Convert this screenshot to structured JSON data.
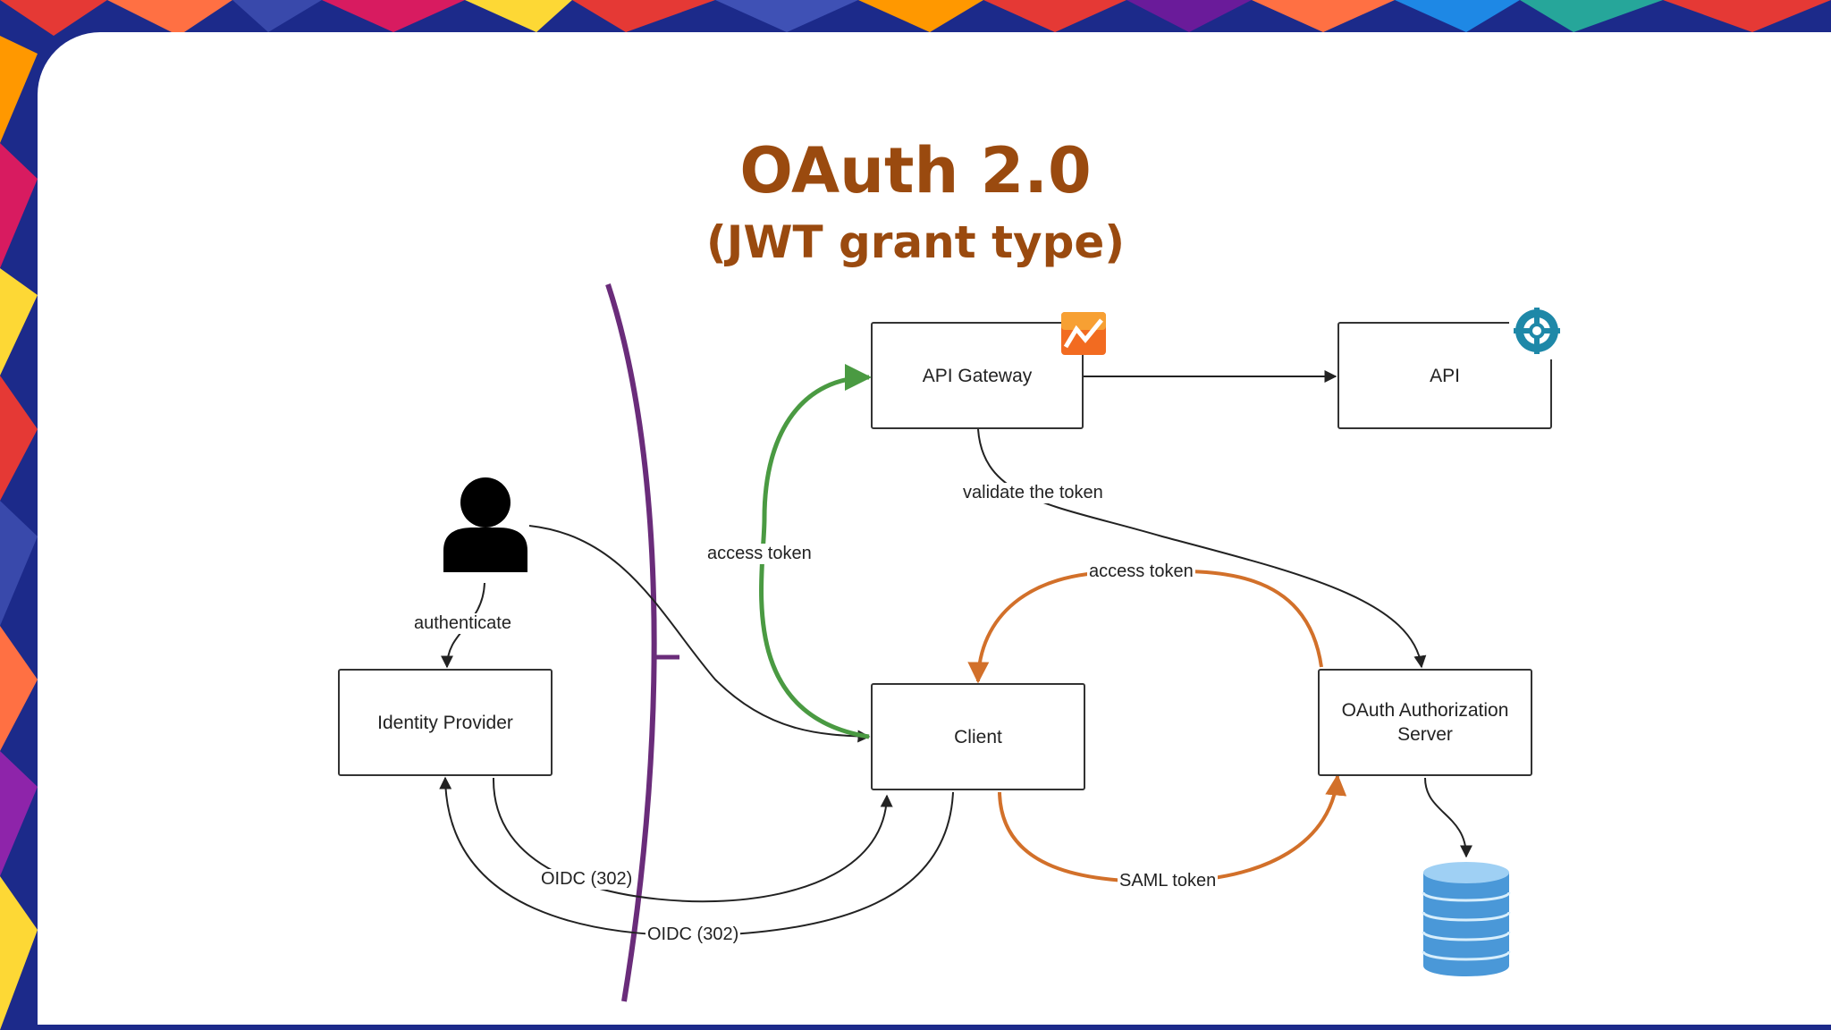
{
  "slide": {
    "title": "OAuth 2.0",
    "subtitle": "(JWT grant type)"
  },
  "nodes": {
    "api_gateway": "API Gateway",
    "api": "API",
    "identity_provider": "Identity Provider",
    "client": "Client",
    "oauth_server_line1": "OAuth Authorization",
    "oauth_server_line2": "Server"
  },
  "edges": {
    "validate": "validate the token",
    "access_token_green": "access token",
    "access_token_orange": "access token",
    "authenticate": "authenticate",
    "saml": "SAML token",
    "oidc_1": "OIDC (302)",
    "oidc_2": "OIDC (302)"
  },
  "icons": {
    "user": "user-silhouette-icon",
    "gateway": "api-gateway-chart-icon",
    "api": "gear-wheel-icon",
    "database": "database-cylinder-icon"
  },
  "colors": {
    "title": "#9a4a0f",
    "trust_boundary": "#6a2c7a",
    "green_arrow": "#4a9a42",
    "orange_arrow": "#d2702a",
    "line": "#222222"
  }
}
